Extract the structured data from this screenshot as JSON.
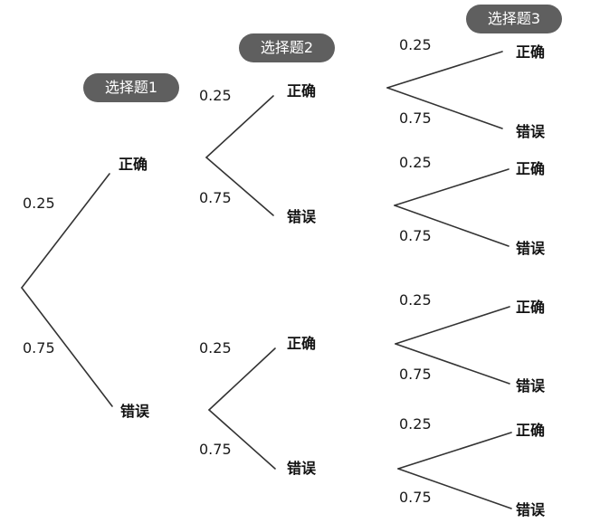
{
  "colors": {
    "line": "#333333",
    "pill_bg": "#5f5f5f",
    "pill_text": "#ffffff"
  },
  "headers": [
    "选择题1",
    "选择题2",
    "选择题3"
  ],
  "outcomes": {
    "correct": "正确",
    "wrong": "错误"
  },
  "probabilities": {
    "correct": "0.25",
    "wrong": "0.75"
  }
}
